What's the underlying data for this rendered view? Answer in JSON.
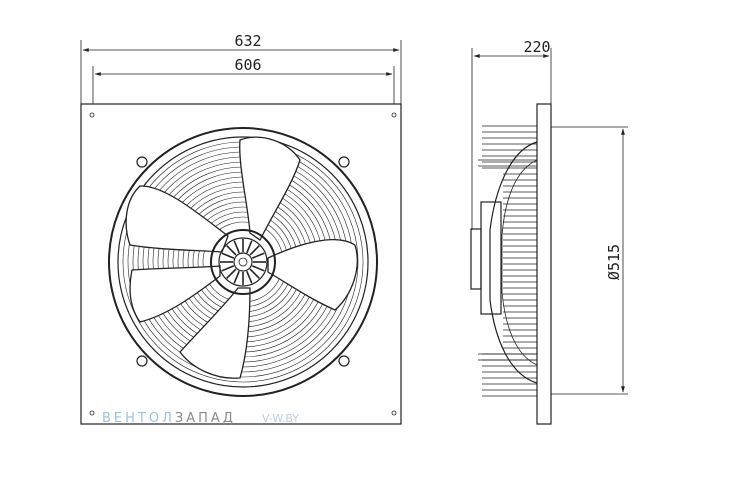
{
  "dimensions": {
    "outer_width": "632",
    "inner_width": "606",
    "depth": "220",
    "diameter": "Ø515"
  },
  "watermark": {
    "part1": "ВЕНТОЛ",
    "part2": "ЗАПАД",
    "part3": "V-W.BY"
  },
  "colors": {
    "line": "#222222",
    "watermark_blue": "#9cc3de",
    "watermark_gray": "#8a8a8a"
  }
}
